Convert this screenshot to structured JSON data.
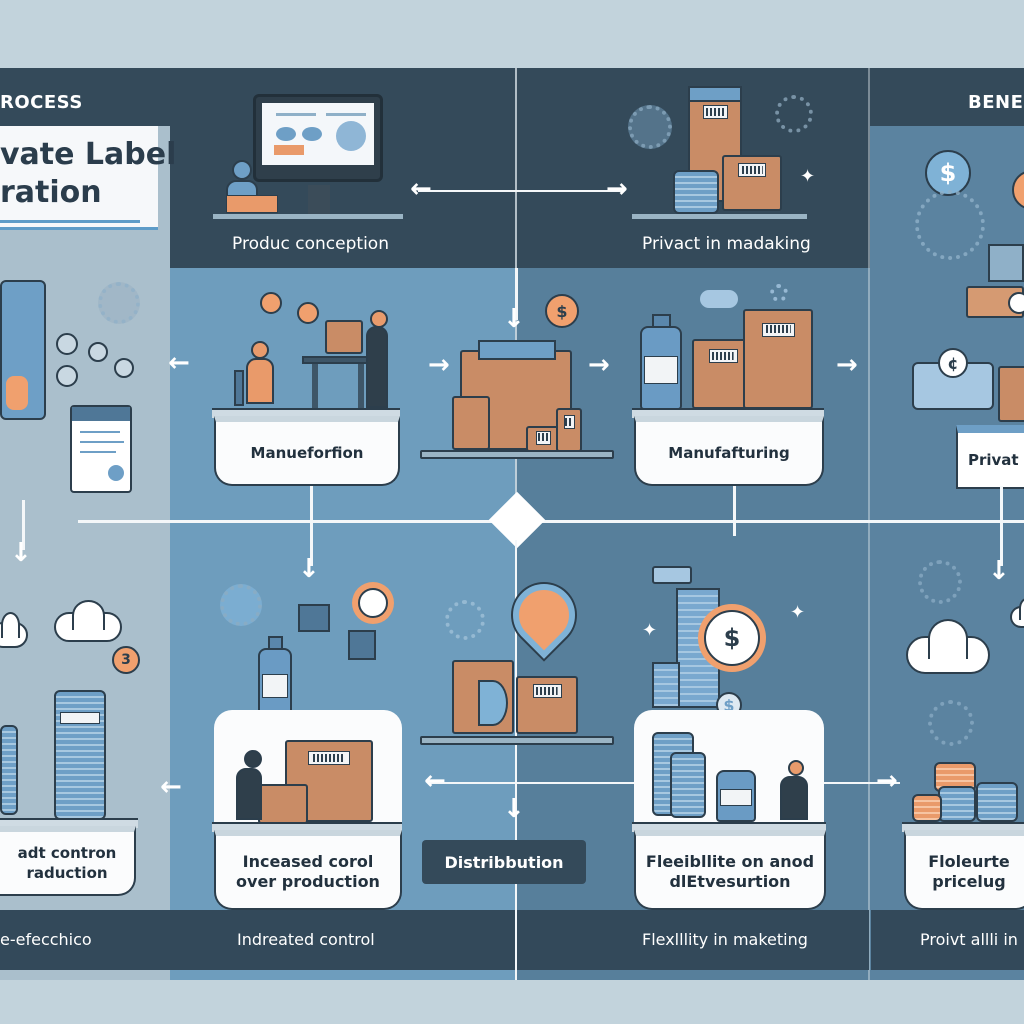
{
  "header": {
    "left_section": "ROCESS",
    "right_section": "BENEF",
    "title_line1": "vate Label",
    "title_line2": "ration"
  },
  "top_row": {
    "left_caption": "Produc conception",
    "right_caption": "Privact in madaking"
  },
  "middle_row": {
    "cards": [
      {
        "label": "Manueforfion"
      },
      {
        "label": "Manufafturing"
      },
      {
        "label": "Privat"
      }
    ]
  },
  "bottom_row": {
    "cards": [
      {
        "label": "adt contron raduction"
      },
      {
        "label": "Inceased corol over production"
      },
      {
        "label": "Fleeibllite on anod dlEtvesurtion"
      },
      {
        "label": "Floleurte pricelug"
      }
    ],
    "center_pill": "Distribbution",
    "coin_badge": "3",
    "dollar_symbol": "$",
    "cent_symbol": "¢"
  },
  "footer": {
    "items": [
      "e-efecchico",
      "Indreated control",
      "Flexlllity in maketing",
      "Proivt allli in"
    ]
  },
  "colors": {
    "background": "#c2d3dc",
    "header_dark": "#344a5a",
    "column_light": "#6e9dbd",
    "column_mid": "#577f9b",
    "accent_orange": "#f0a06e",
    "box_tan": "#c98c66",
    "accent_blue": "#7fb2d6"
  }
}
